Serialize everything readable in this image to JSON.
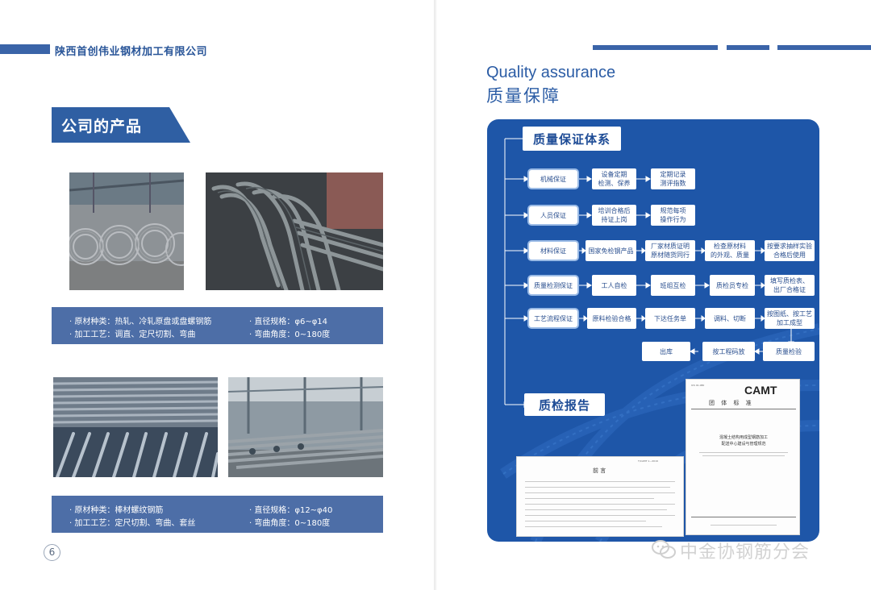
{
  "left_page": {
    "company_name": "陕西首创伟业钢材加工有限公司",
    "section_title": "公司的产品",
    "product_blocks": [
      {
        "material": "· 原材种类：热轧、冷轧原盘或盘螺钢筋",
        "process": "· 加工工艺：调直、定尺切割、弯曲",
        "diameter": "· 直径规格：φ6~φ14",
        "angle": "· 弯曲角度：0~180度"
      },
      {
        "material": "· 原材种类：棒材螺纹钢筋",
        "process": "· 加工工艺：定尺切割、弯曲、套丝",
        "diameter": "· 直径规格：φ12~φ40",
        "angle": "· 弯曲角度：0~180度"
      }
    ],
    "page_number": "6"
  },
  "right_page": {
    "heading_en": "Quality assurance",
    "heading_cn": "质量保障",
    "system_title": "质量保证体系",
    "report_title": "质检报告",
    "flow": {
      "rows": [
        {
          "category": "机械保证",
          "steps": [
            "设备定期\n检测、保养",
            "定期记录\n测评指数"
          ]
        },
        {
          "category": "人员保证",
          "steps": [
            "培训合格后\n持证上岗",
            "规范每项\n操作行为"
          ]
        },
        {
          "category": "材料保证",
          "steps": [
            "国家免检钢产品",
            "厂家材质证明\n原材随货同行",
            "检查原材料\n的外观、质量",
            "按要求抽样实验\n合格后使用"
          ]
        },
        {
          "category": "质量检测保证",
          "steps": [
            "工人自检",
            "班组互检",
            "质检员专检",
            "填写质检表、\n出厂合格证"
          ]
        },
        {
          "category": "工艺流程保证",
          "steps": [
            "原料检验合格",
            "下达任务单",
            "调料、切断",
            "按图纸、按工艺\n加工成型"
          ]
        }
      ],
      "return_row": [
        "出库",
        "按工程码放",
        "质量检验"
      ]
    },
    "report_doc": {
      "brand": "CAMT",
      "standard_label": "团 体 标 准",
      "title_cn": "混凝土结构用成型钢筋加工\n配送中心建设与管理规范",
      "preface": "前 言"
    }
  },
  "watermark": "中金协钢筋分会",
  "colors": {
    "accent": "#3a64a8",
    "panel": "#1e56a8",
    "band": "#4d6ea7",
    "heading": "#2b5ca5"
  }
}
